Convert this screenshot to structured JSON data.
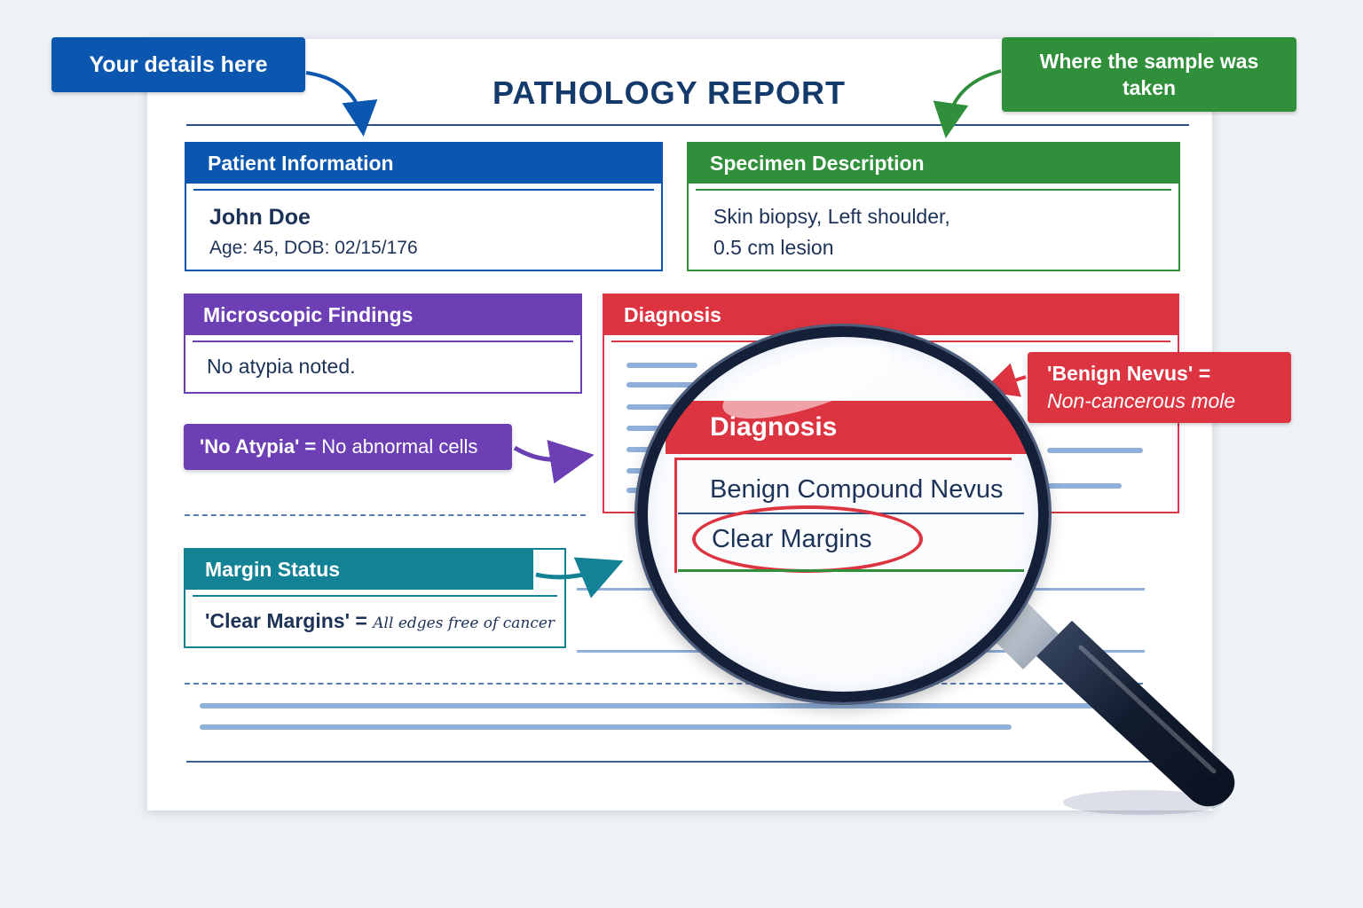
{
  "title": "PATHOLOGY REPORT",
  "callouts": {
    "details": "Your details here",
    "sample": "Where the sample was taken",
    "benign_term": "'Benign Nevus' =",
    "benign_meaning": "Non-cancerous mole",
    "atypia_term": "'No Atypia' =",
    "atypia_meaning": "No abnormal cells"
  },
  "patient": {
    "header": "Patient Information",
    "name": "John Doe",
    "info": "Age: 45, DOB: 02/15/176"
  },
  "specimen": {
    "header": "Specimen Description",
    "line1": "Skin biopsy, Left shoulder,",
    "line2": "0.5 cm lesion"
  },
  "microscopic": {
    "header": "Microscopic Findings",
    "text": "No atypia noted."
  },
  "diagnosis": {
    "header": "Diagnosis",
    "magnified_header": "Diagnosis",
    "line1": "Benign Compound Nevus",
    "line2": "Clear Margins"
  },
  "margin": {
    "header": "Margin Status",
    "term": "'Clear Margins' =",
    "meaning": "All edges free of cancer"
  },
  "colors": {
    "blue": "#0b57b0",
    "green": "#2f8f3a",
    "purple": "#6c3fb5",
    "red": "#dc3440",
    "teal": "#138294",
    "navy": "#143a6b"
  },
  "icons": [
    "magnifying-glass-icon",
    "arrow-icon"
  ]
}
